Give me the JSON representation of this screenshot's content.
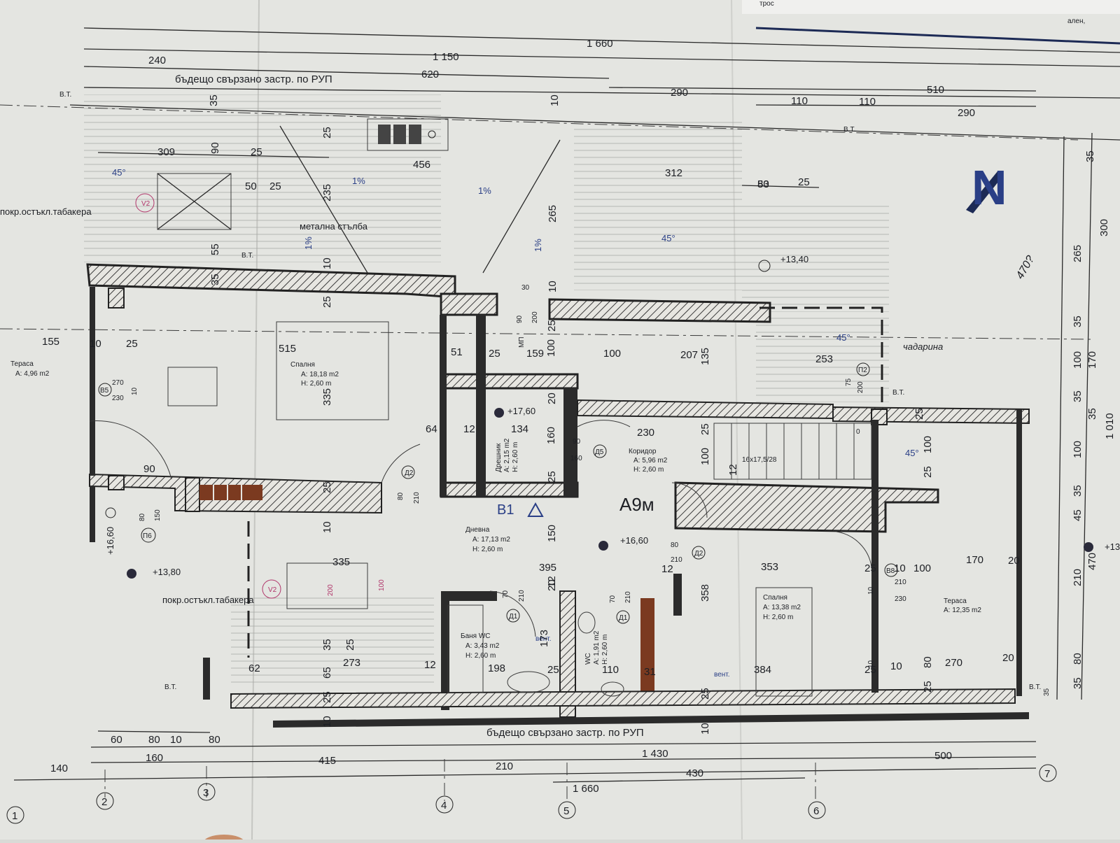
{
  "plan": {
    "top_note": "бъдещо свързано застр. по РУП",
    "bottom_note": "бъдещо свързано застр. по РУП",
    "unit_label": "A9м",
    "section_label": "В1",
    "north": "N",
    "handwritten_1": "чадарина",
    "handwritten_2": "470?"
  },
  "rooms": [
    {
      "name": "Спалня",
      "area": "A: 18,18 m2",
      "height": "H: 2,60 m"
    },
    {
      "name": "Дрешник",
      "area": "A: 2,15 m2",
      "height": "H: 2,60 m"
    },
    {
      "name": "Коридор",
      "area": "A: 5,96 m2",
      "height": "H: 2,60 m"
    },
    {
      "name": "Дневна",
      "area": "A: 17,13 m2",
      "height": "H: 2,60 m"
    },
    {
      "name": "Баня WC",
      "area": "A: 3,43 m2",
      "height": "H: 2,60 m"
    },
    {
      "name": "WC",
      "area": "A: 1,91 m2",
      "height": "H: 2,60 m"
    },
    {
      "name": "Спалня",
      "area": "A: 13,38 m2",
      "height": "H: 2,60 m"
    },
    {
      "name": "Тераса",
      "area": "A: 12,35 m2",
      "height": ""
    },
    {
      "name": "Тераса",
      "area": "A: 4,96 m2",
      "height": ""
    }
  ],
  "labels": {
    "roof_window_1": "покр.остъкл.табакера",
    "roof_window_2": "покр.остъкл.табакера",
    "metal_ladder": "метална стълба",
    "stairs": "16x17,5/28",
    "level_1": "+13,40",
    "level_2": "+17,60",
    "level_3": "+16,60",
    "level_4": "+13,80",
    "level_5": "+16,60",
    "slope_1": "1%",
    "slope_2": "1%",
    "slope_3": "1%",
    "slope_4": "1%",
    "angle_1": "45°",
    "angle_2": "45°",
    "angle_3": "45°",
    "angle_4": "45°",
    "vt_1": "В.Т.",
    "vt_2": "В.Т.",
    "vt_3": "В.Т.",
    "vt_4": "В.Т.",
    "vt_5": "В.Т.",
    "vt_6": "В.Т.",
    "vent_1": "вент.",
    "vent_2": "вент.",
    "mp": "МП"
  },
  "door_tags": [
    "Д2",
    "Д5",
    "Д1",
    "Д1",
    "Д2",
    "П6",
    "П2",
    "В5",
    "В8",
    "V2",
    "V2"
  ],
  "top_dims": [
    "1 660",
    "1 150",
    "240",
    "620",
    "290",
    "510",
    "110",
    "110",
    "290",
    "35",
    "10",
    "309",
    "25",
    "456",
    "312",
    "50",
    "83",
    "25",
    "50",
    "25",
    "235",
    "265",
    "90",
    "25",
    "55",
    "35",
    "10",
    "25",
    "10"
  ],
  "mid_dims": [
    "155",
    "10",
    "25",
    "515",
    "270",
    "230",
    "10",
    "335",
    "30",
    "90",
    "200",
    "25",
    "51",
    "25",
    "159",
    "100",
    "100",
    "207",
    "135",
    "253",
    "75",
    "200",
    "20",
    "64",
    "12",
    "134",
    "160",
    "90",
    "160",
    "230",
    "25",
    "100",
    "12",
    "25",
    "0",
    "100",
    "25",
    "90",
    "80",
    "150",
    "80",
    "210",
    "25",
    "25",
    "150",
    "395",
    "80",
    "210",
    "10",
    "12",
    "353",
    "358",
    "25",
    "10",
    "100",
    "170",
    "20",
    "210",
    "230",
    "10",
    "20"
  ],
  "low_dims": [
    "335",
    "200",
    "100",
    "62",
    "35",
    "65",
    "25",
    "273",
    "12",
    "198",
    "25",
    "70",
    "210",
    "173",
    "12",
    "70",
    "210",
    "110",
    "31",
    "25",
    "384",
    "25",
    "10",
    "80",
    "270",
    "20",
    "25",
    "35",
    "10",
    "10",
    "10",
    "25"
  ],
  "right_dims": [
    "35",
    "300",
    "265",
    "35",
    "100",
    "170",
    "35",
    "35",
    "1 010",
    "100",
    "35",
    "45",
    "470",
    "210",
    "80",
    "35"
  ],
  "bottom_dims": [
    "60",
    "80",
    "10",
    "80",
    "140",
    "160",
    "415",
    "210",
    "1 430",
    "430",
    "500",
    "1 660"
  ],
  "grid_axes": [
    "1",
    "2",
    "3",
    "4",
    "5",
    "6",
    "7"
  ],
  "side_text": {
    "edge_1": "+13",
    "edge_2": "трос",
    "edge_3": "ален,"
  }
}
